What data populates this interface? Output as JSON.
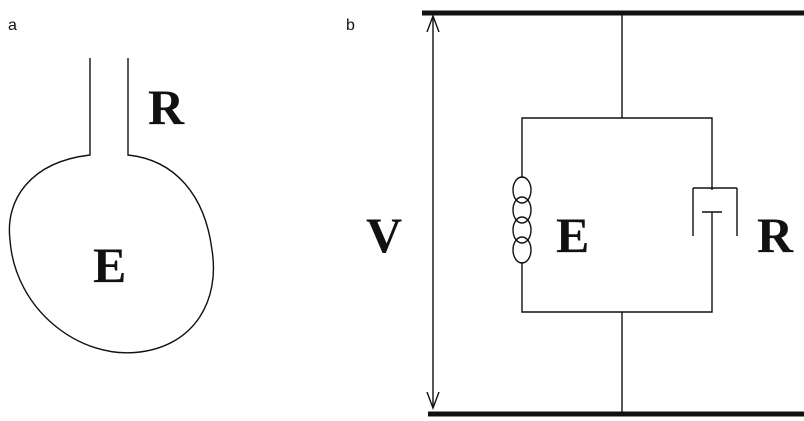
{
  "panel_a": {
    "label": "a",
    "tube_label": "R",
    "bulb_label": "E"
  },
  "panel_b": {
    "label": "b",
    "voltage_label": "V",
    "spring_label": "E",
    "dashpot_label": "R"
  },
  "colors": {
    "ink": "#111111",
    "background": "#ffffff"
  }
}
